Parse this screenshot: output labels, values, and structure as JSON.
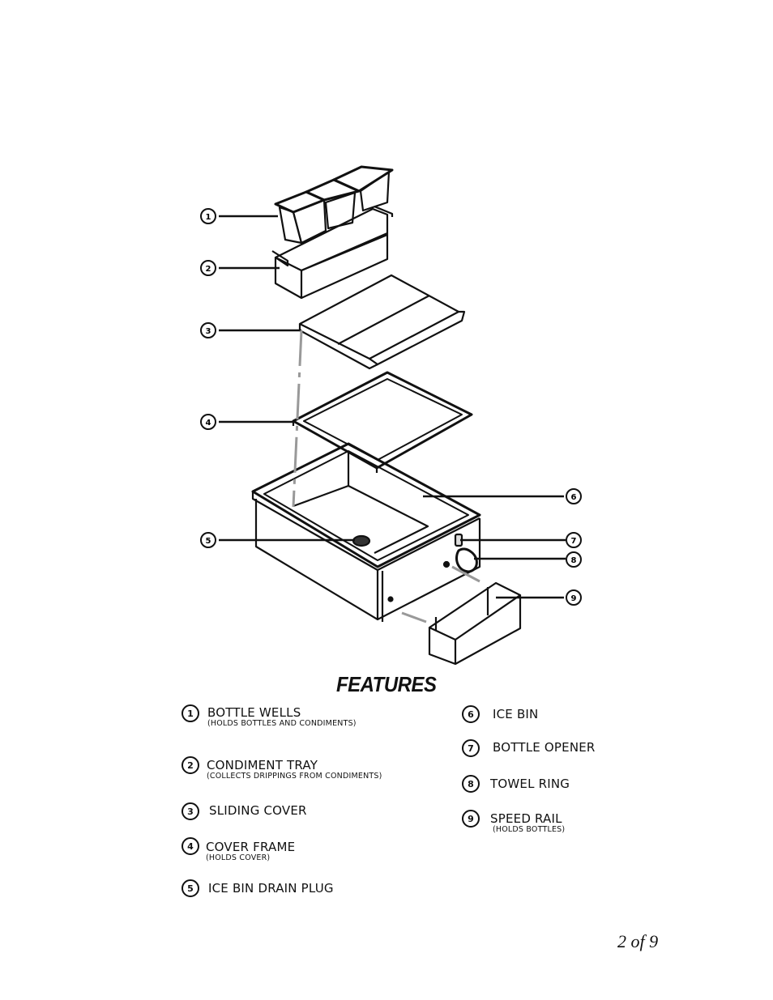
{
  "diagram": {
    "callouts": [
      "1",
      "2",
      "3",
      "4",
      "5",
      "6",
      "7",
      "8",
      "9"
    ]
  },
  "features": {
    "title": "FEATURES",
    "items": [
      {
        "num": "1",
        "label": "BOTTLE WELLS",
        "sub": "(HOLDS BOTTLES AND CONDIMENTS)"
      },
      {
        "num": "2",
        "label": "CONDIMENT TRAY",
        "sub": "(COLLECTS DRIPPINGS FROM CONDIMENTS)"
      },
      {
        "num": "3",
        "label": "SLIDING COVER",
        "sub": ""
      },
      {
        "num": "4",
        "label": "COVER FRAME",
        "sub": "(HOLDS COVER)"
      },
      {
        "num": "5",
        "label": "ICE BIN DRAIN PLUG",
        "sub": ""
      },
      {
        "num": "6",
        "label": "ICE BIN",
        "sub": ""
      },
      {
        "num": "7",
        "label": "BOTTLE OPENER",
        "sub": ""
      },
      {
        "num": "8",
        "label": "TOWEL RING",
        "sub": ""
      },
      {
        "num": "9",
        "label": "SPEED RAIL",
        "sub": "(HOLDS BOTTLES)"
      }
    ]
  },
  "footer": {
    "page_number": "2 of 9"
  }
}
